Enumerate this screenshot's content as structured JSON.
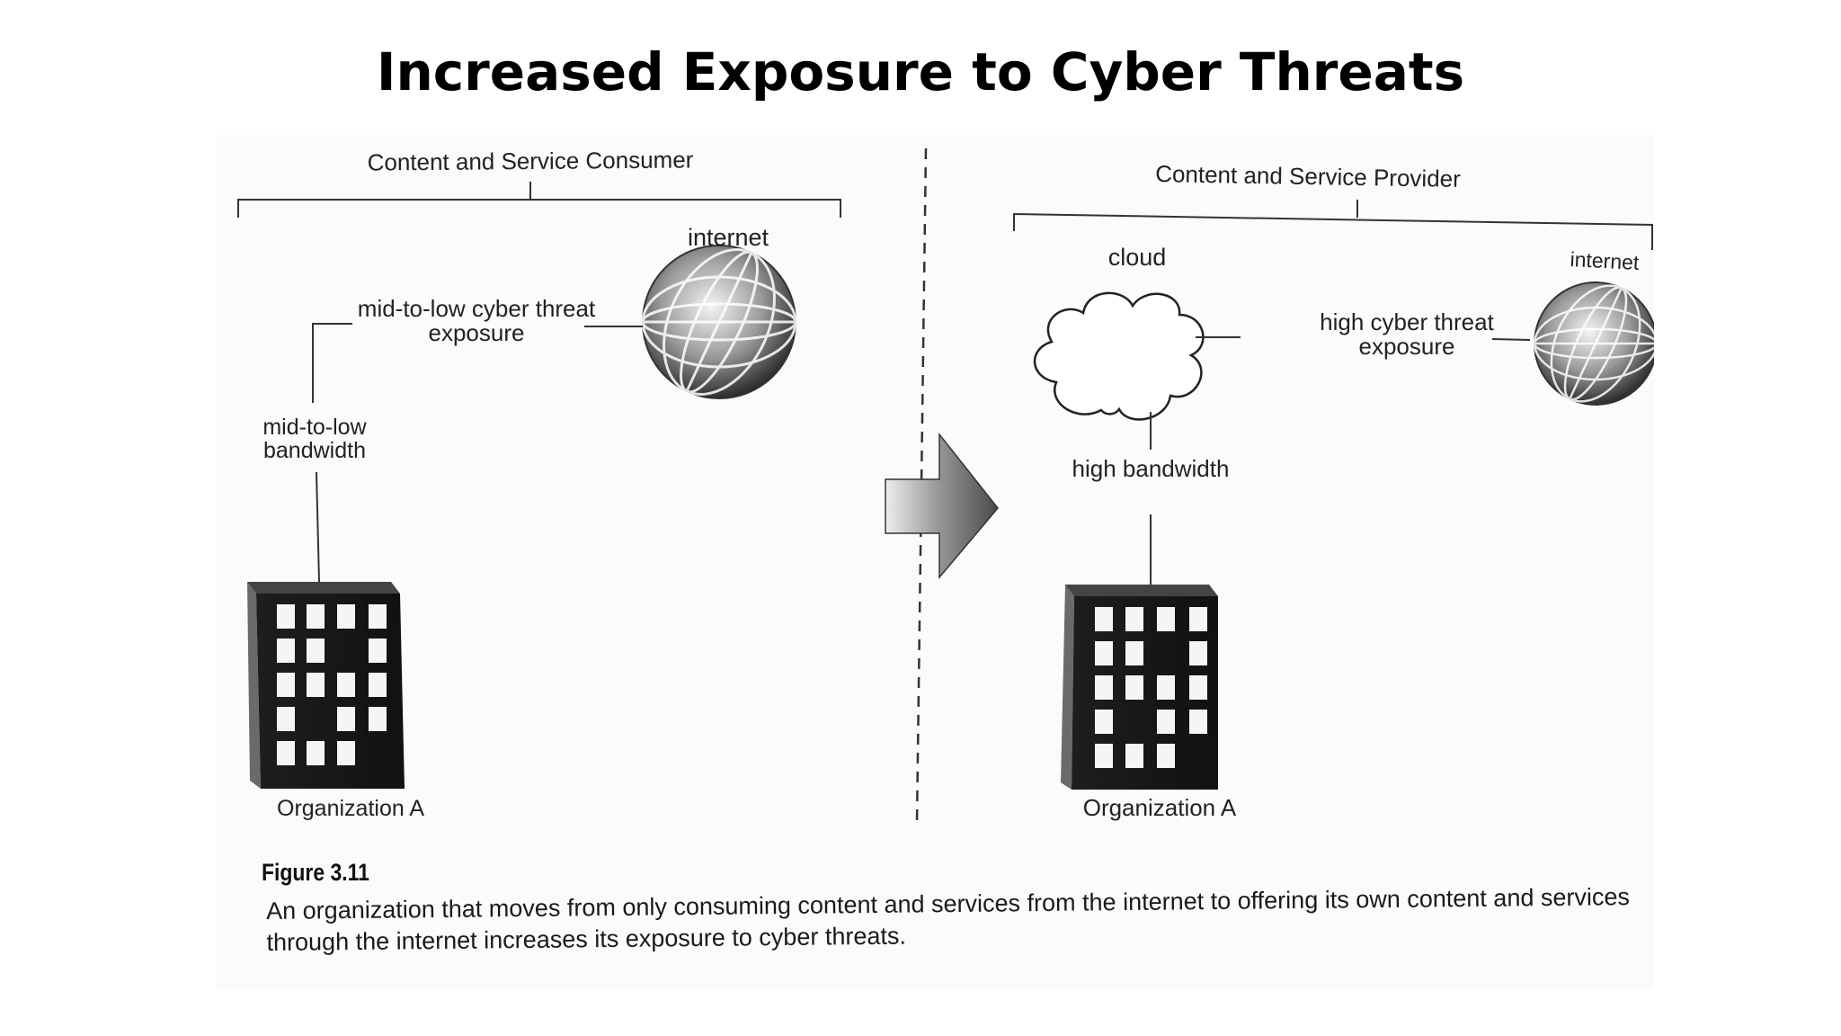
{
  "slide": {
    "title": "Increased Exposure to Cyber Threats"
  },
  "figure": {
    "consumer_label": "Content and Service Consumer",
    "provider_label": "Content and Service Provider",
    "left": {
      "internet_label": "internet",
      "threat_label": "mid-to-low cyber threat exposure",
      "bandwidth_label": "mid-to-low bandwidth",
      "org_label": "Organization A"
    },
    "right": {
      "cloud_label": "cloud",
      "internet_label": "internet",
      "threat_label": "high cyber threat exposure",
      "bandwidth_label": "high bandwidth",
      "org_label": "Organization A"
    },
    "figure_number": "Figure 3.11",
    "caption": "An organization that moves from only consuming content and services from the internet to offering its own content and services through the internet increases its exposure to cyber threats."
  }
}
